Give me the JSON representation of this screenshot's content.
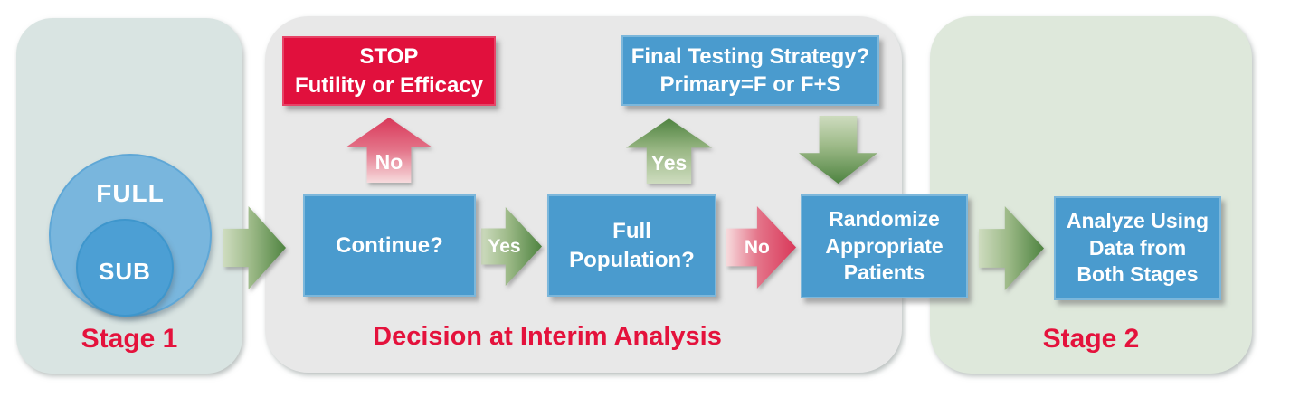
{
  "palette": {
    "panel_stage1": "#D9E4E2",
    "panel_interim": "#E8E8E8",
    "panel_stage2": "#DEE8DB",
    "box_blue": "#4A9BCE",
    "box_red": "#E1103D",
    "label_red": "#E4123C",
    "green_light": "#CEDCBF",
    "green_mid": "#9CB987",
    "green_dark": "#4E8340",
    "red_light": "#F7DBDD",
    "red_mid": "#E4758A",
    "red_dark": "#D93859",
    "circle_full": "#79B6DD",
    "circle_full_border": "#5FA7D6",
    "circle_sub": "#4C9FD4",
    "circle_sub_border": "#3E96CC"
  },
  "stage1": {
    "label": "Stage 1",
    "full": "FULL",
    "sub": "SUB"
  },
  "interim": {
    "label": "Decision at Interim Analysis",
    "stop": {
      "line1": "STOP",
      "line2": "Futility or Efficacy"
    },
    "final_testing": {
      "line1": "Final Testing Strategy?",
      "line2": "Primary=F or F+S"
    },
    "continue_q": "Continue?",
    "full_population": {
      "line1": "Full",
      "line2": "Population?"
    },
    "randomize": {
      "line1": "Randomize",
      "line2": "Appropriate",
      "line3": "Patients"
    },
    "arrows": {
      "no_up": "No",
      "yes_right": "Yes",
      "yes_up": "Yes",
      "no_right": "No"
    }
  },
  "stage2": {
    "label": "Stage 2",
    "analyze": {
      "line1": "Analyze Using",
      "line2": "Data from",
      "line3": "Both Stages"
    }
  }
}
